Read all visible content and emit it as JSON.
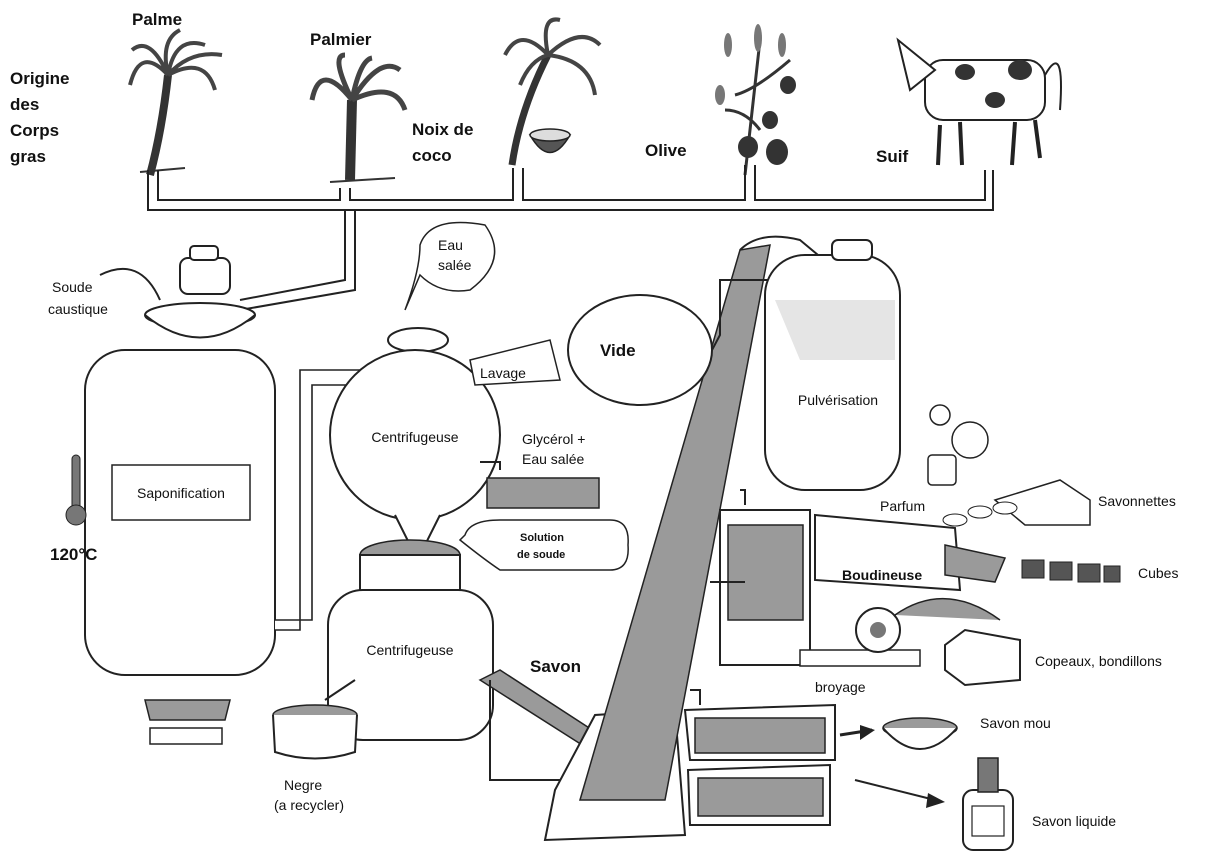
{
  "origin": {
    "label_lines": [
      "Origine",
      "des",
      "Corps",
      "gras"
    ],
    "sources": [
      {
        "name": "Palme",
        "icon": "palm-tree-icon"
      },
      {
        "name": "Palmier",
        "icon": "palm-tree-icon"
      },
      {
        "name_lines": [
          "Noix de",
          "coco"
        ],
        "icon": "coconut-tree-icon"
      },
      {
        "name": "Olive",
        "icon": "olive-branch-icon"
      },
      {
        "name": "Suif",
        "icon": "cow-icon"
      }
    ]
  },
  "process": {
    "soude_lines": [
      "Soude",
      "caustique"
    ],
    "saponification": "Saponification",
    "temperature": "120°C",
    "eau_salee_lines": [
      "Eau",
      "salée"
    ],
    "lavage": "Lavage",
    "centrifugeuse_1": "Centrifugeuse",
    "glycerol_lines": [
      "Glycérol +",
      "Eau salée"
    ],
    "solution_lines": [
      "Solution",
      "de soude"
    ],
    "centrifugeuse_2": "Centrifugeuse",
    "negre_lines": [
      "Negre",
      "(a recycler)"
    ],
    "savon": "Savon",
    "vide": "Vide",
    "pulverisation": "Pulvérisation",
    "parfum": "Parfum",
    "boudineuse": "Boudineuse",
    "broyage": "broyage"
  },
  "products": {
    "savonnettes": "Savonnettes",
    "cubes": "Cubes",
    "copeaux": "Copeaux, bondillons",
    "savon_mou": "Savon mou",
    "savon_liquide": "Savon liquide"
  }
}
